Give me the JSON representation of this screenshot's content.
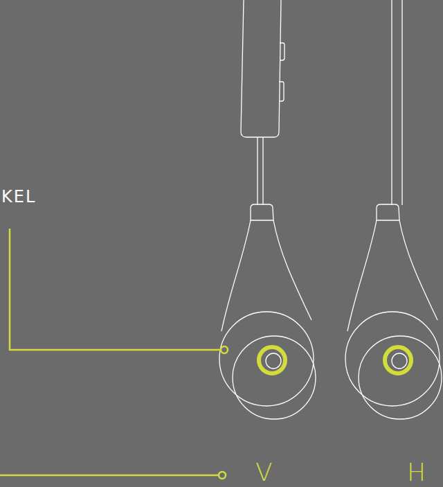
{
  "diagram": {
    "labels": [
      "KEL",
      "V",
      "H"
    ]
  }
}
